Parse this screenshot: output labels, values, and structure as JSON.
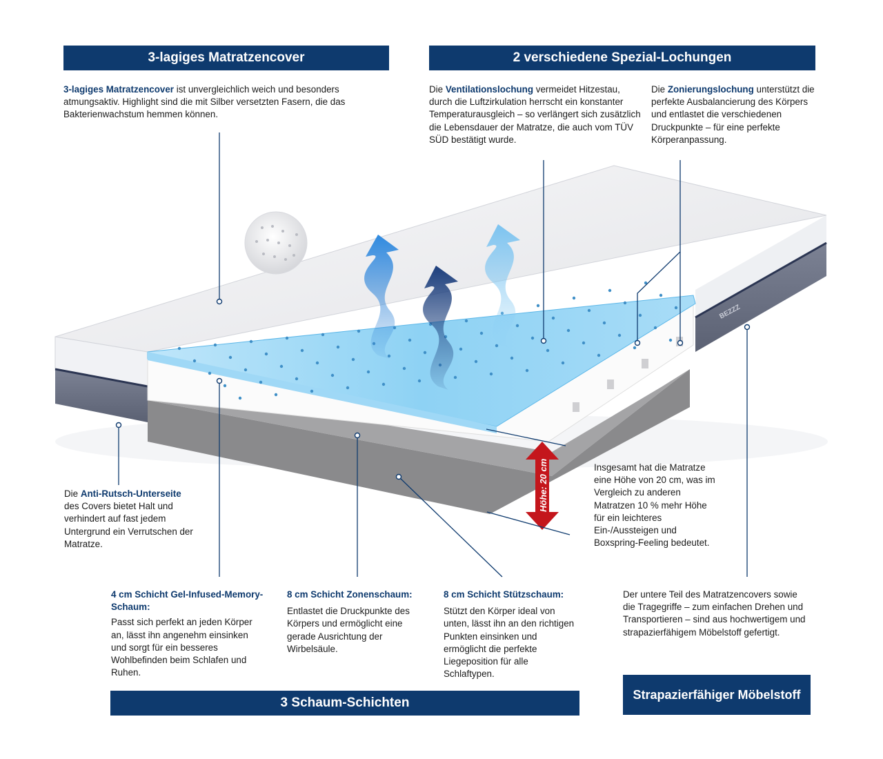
{
  "banners": {
    "cover": "3-lagiges Matratzencover",
    "holes": "2 verschiedene Spezial-Lochungen",
    "layers": "3 Schaum-Schichten",
    "fabric": "Strapazierfähiger Möbelstoff"
  },
  "cover_text": {
    "highlight": "3-lagiges Matratzencover",
    "rest": " ist unvergleichlich weich und besonders atmungsaktiv. Highlight sind die mit Silber versetzten Fasern, die das Bakterienwachstum hemmen können."
  },
  "ventilation_text": {
    "pre": "Die ",
    "highlight": "Ventilationslochung",
    "rest": " vermeidet Hitzestau, durch die Luftzirkulation herrscht ein konstanter Temperaturausgleich – so verlängert sich zusätzlich die Lebensdauer der Matratze, die auch vom TÜV SÜD bestätigt wurde."
  },
  "zoning_text": {
    "pre": "Die ",
    "highlight": "Zonierungslochung",
    "rest": " unterstützt die perfekte Ausbalancierung des Körpers und entlastet die verschiedenen Druckpunkte – für eine perfekte Körperanpassung."
  },
  "antislip_text": {
    "pre": "Die ",
    "highlight": "Anti-Rutsch-Unterseite",
    "rest": " des Covers bietet Halt und verhindert auf fast jedem Untergrund ein Verrutschen der Matratze."
  },
  "height_text": "Insgesamt hat die Matratze eine Höhe von 20 cm, was im Vergleich zu anderen Matratzen 10 % mehr Höhe für ein leichteres Ein-/Aussteigen und Boxspring-Feeling bedeutet.",
  "height_label": "Höhe: 20 cm",
  "gel_layer": {
    "title": "4 cm Schicht Gel-Infused-Memory-Schaum:",
    "body": "Passt sich perfekt an jeden Körper an, lässt ihn angenehm einsinken und sorgt für ein besseres Wohlbefinden beim Schlafen und Ruhen."
  },
  "zone_layer": {
    "title": "8 cm Schicht Zonenschaum:",
    "body": "Entlastet die Druckpunkte des Körpers und ermöglicht eine gerade Ausrichtung der Wirbelsäule."
  },
  "support_layer": {
    "title": "8 cm Schicht Stützschaum:",
    "body": "Stützt den Körper ideal von unten, lässt ihn an den richtigen Punkten einsinken und ermöglicht die perfekte Liegeposition für alle Schlaftypen."
  },
  "fabric_text": "Der untere Teil des Matratzencovers sowie die Tragegriffe – zum einfachen Drehen und Transportieren – sind aus hochwertigem und strapazierfähigem Möbelstoff gefertigt.",
  "brand_mark": "BEZZZ",
  "colors": {
    "navy": "#0e3a6e",
    "gel_blue": "#7cc8f0",
    "arrow_red": "#c4161c",
    "fabric_gray": "#6a7183"
  }
}
